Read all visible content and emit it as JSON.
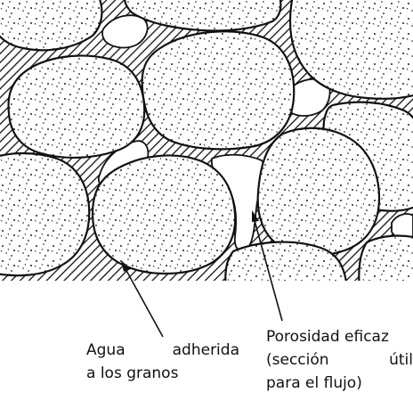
{
  "labels": {
    "water": {
      "line1_a": "Agua",
      "line1_b": "adherida",
      "line2": "a los granos"
    },
    "porosity": {
      "line1": "Porosidad eficaz",
      "line2_a": "(sección",
      "line2_b": "útil",
      "line3": "para el flujo)"
    }
  },
  "colors": {
    "ink": "#111111",
    "paper": "#ffffff"
  }
}
